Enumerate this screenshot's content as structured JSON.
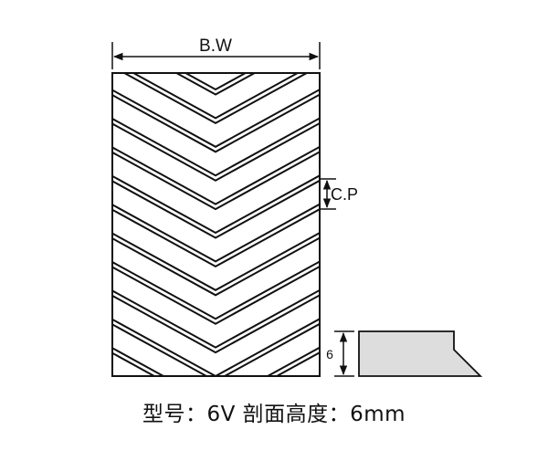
{
  "labels": {
    "belt_width": "B.W",
    "chevron_pitch": "C.P",
    "cleat_height": "6"
  },
  "caption": "型号：6V  剖面高度：6mm",
  "diagram": {
    "model": "6V",
    "profile_height_mm": 6,
    "chevron_count": 11,
    "profile_fill": "#dddddd",
    "line_color": "#111111"
  }
}
